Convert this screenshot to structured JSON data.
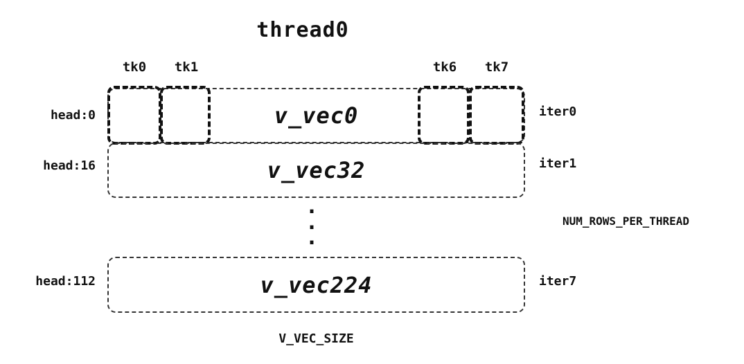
{
  "title": "thread0",
  "top_labels": [
    "tk0",
    "tk1",
    "tk6",
    "tk7"
  ],
  "rows": [
    {
      "head": "head:0",
      "vec": "v_vec0",
      "iter": "iter0"
    },
    {
      "head": "head:16",
      "vec": "v_vec32",
      "iter": "iter1"
    },
    {
      "head": "head:112",
      "vec": "v_vec224",
      "iter": "iter7"
    }
  ],
  "ellipsis": ".\n.\n.",
  "annotations": {
    "num_rows": "NUM_ROWS_PER_THREAD",
    "v_vec_size": "V_VEC_SIZE"
  },
  "colors": {
    "background": "#ffffff",
    "ink": "#111111"
  }
}
